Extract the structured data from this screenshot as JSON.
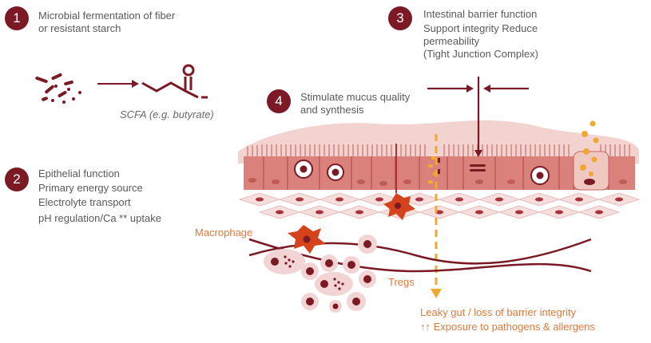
{
  "steps": [
    {
      "number": "1",
      "lines": [
        "Microbial fermentation of fiber",
        "or resistant starch"
      ]
    },
    {
      "number": "2",
      "title": "Epithelial function",
      "lines": [
        "Primary energy source",
        "Electrolyte transport",
        "pH regulation/Ca ** uptake"
      ]
    },
    {
      "number": "3",
      "title": "Intestinal barrier function",
      "lines": [
        "Support integrity Reduce",
        "permeability",
        "(Tight Junction Complex)"
      ]
    },
    {
      "number": "4",
      "lines": [
        "Stimulate mucus quality",
        "and synthesis"
      ]
    }
  ],
  "labels": {
    "scfa": "SCFA (e.g. butyrate)",
    "macrophage": "Macrophage",
    "tregs": "Tregs",
    "leaky_gut": "Leaky gut / loss of barrier integrity",
    "exposure": "↑↑  Exposure to pathogens &  allergens"
  },
  "colors": {
    "maroon": "#7b1a24",
    "mucus": "#f3d3d0",
    "cell": "#d9817a",
    "cell_dark": "#c8625c",
    "orange": "#e07a3c",
    "yellow": "#f0a830"
  }
}
